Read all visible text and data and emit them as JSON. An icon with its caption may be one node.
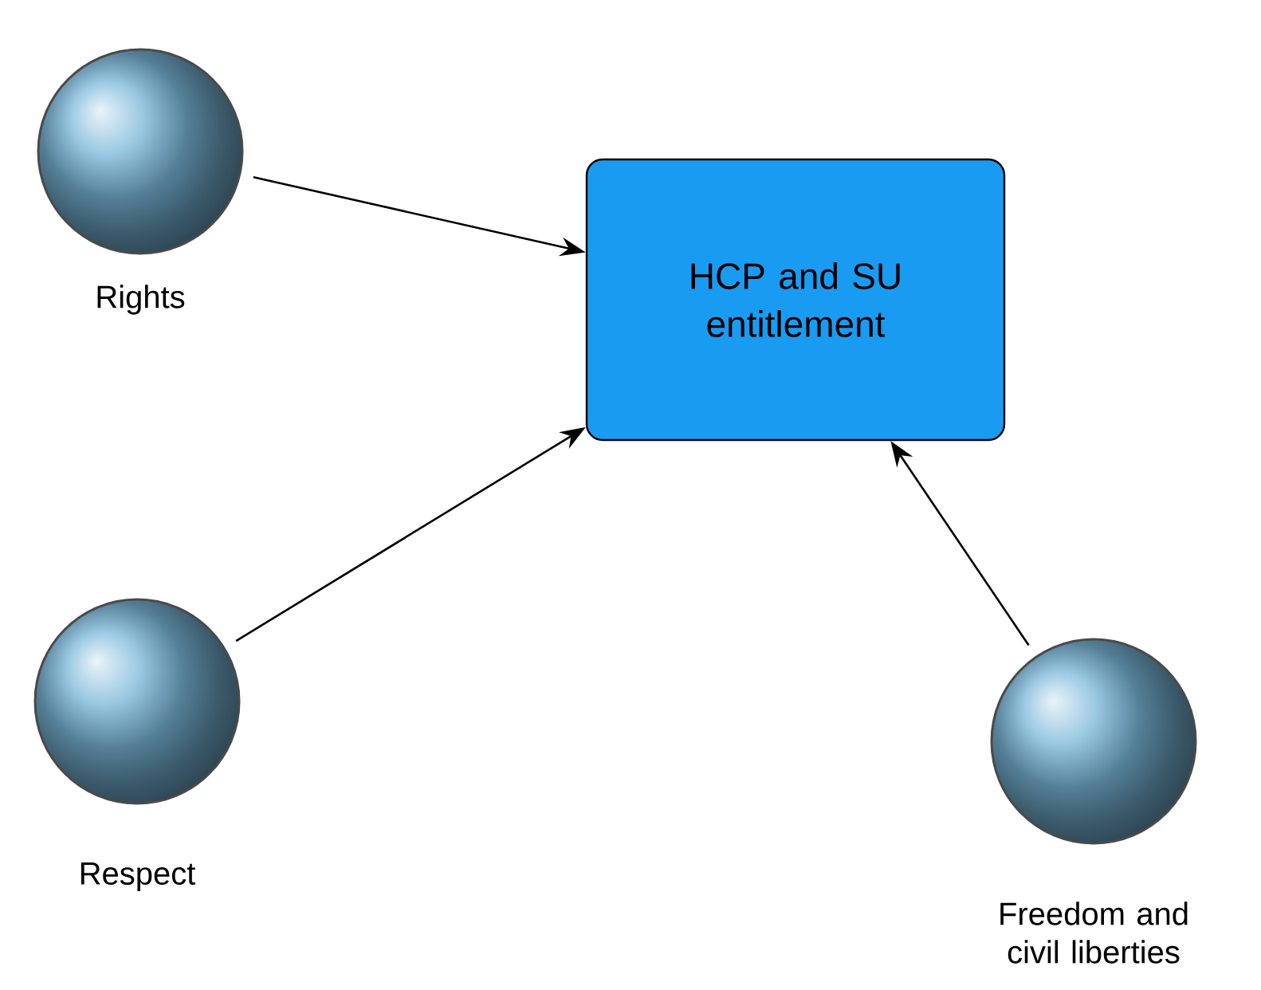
{
  "diagram": {
    "nodes": [
      {
        "text": [
          "Rights"
        ]
      },
      {
        "text": [
          "HCP and SU entitlement"
        ]
      },
      {
        "text": [
          "Respect"
        ]
      },
      {
        "text": [
          "Freedom and civil liberties"
        ]
      }
    ],
    "edges": [
      {
        "from": 0,
        "to": 1,
        "arrow": "to"
      },
      {
        "from": 2,
        "to": 1,
        "arrow": "to"
      },
      {
        "from": 3,
        "to": 1,
        "arrow": "to"
      }
    ]
  }
}
